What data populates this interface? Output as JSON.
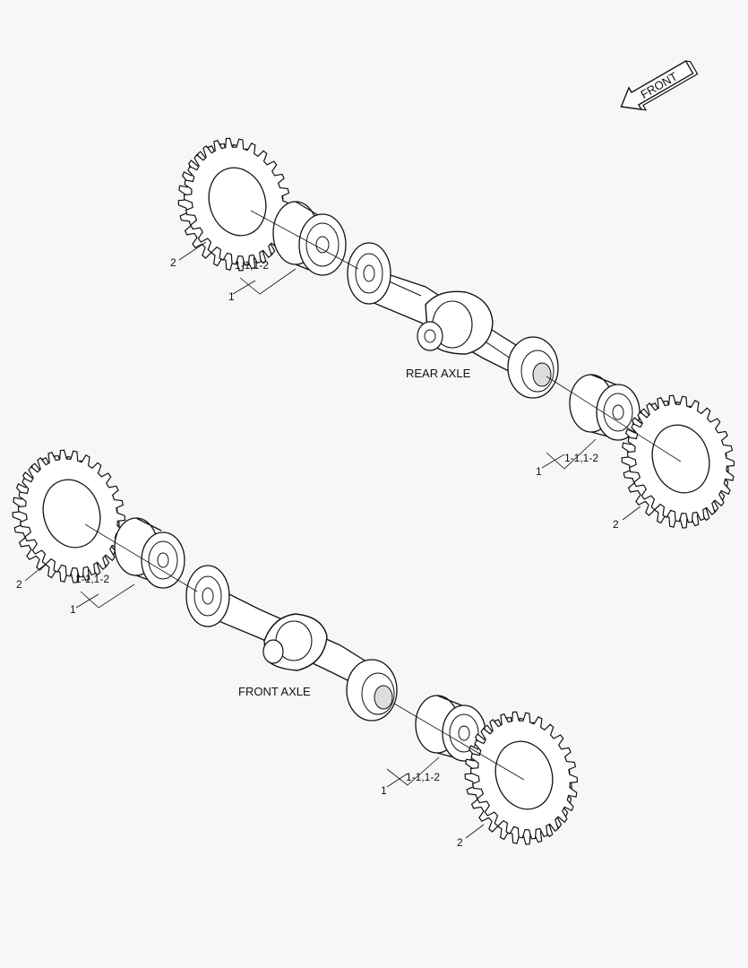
{
  "front_arrow": {
    "text": "FRONT",
    "icon": "front-direction-arrow-icon"
  },
  "rear_axle": {
    "title": "REAR AXLE",
    "left_tire_callout": "2",
    "left_rim_callout": "1",
    "left_rim_sub_callout": "1-1,1-2",
    "right_tire_callout": "2",
    "right_rim_callout": "1",
    "right_rim_sub_callout": "1-1,1-2"
  },
  "front_axle": {
    "title": "FRONT AXLE",
    "left_tire_callout": "2",
    "left_rim_callout": "1",
    "left_rim_sub_callout": "1-1,1-2",
    "right_tire_callout": "2",
    "right_rim_callout": "1",
    "right_rim_sub_callout": "1-1,1-2"
  },
  "colors": {
    "line": "#111111",
    "background": "#f7f7f7",
    "fill": "#ffffff"
  }
}
